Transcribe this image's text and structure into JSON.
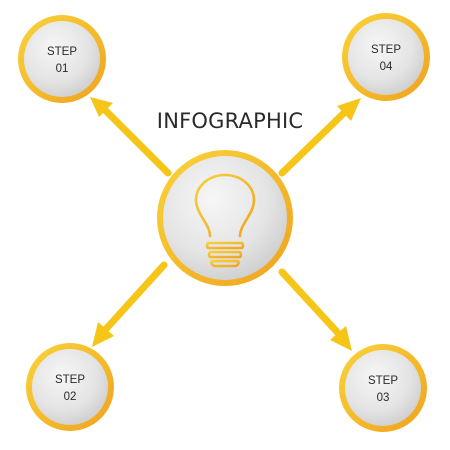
{
  "title": "INFOGRAPHIC",
  "center": {
    "icon": "lightbulb-icon"
  },
  "steps": [
    {
      "label": "STEP",
      "number": "01"
    },
    {
      "label": "STEP",
      "number": "04"
    },
    {
      "label": "STEP",
      "number": "02"
    },
    {
      "label": "STEP",
      "number": "03"
    }
  ],
  "colors": {
    "ring_outer": "#f6c21a",
    "ring_inner": "#f2a61f",
    "disc_light": "#f4f4f4",
    "disc_dark": "#cfcfcf",
    "arrow": "#f5c518",
    "arrow_dark": "#f0b000"
  }
}
